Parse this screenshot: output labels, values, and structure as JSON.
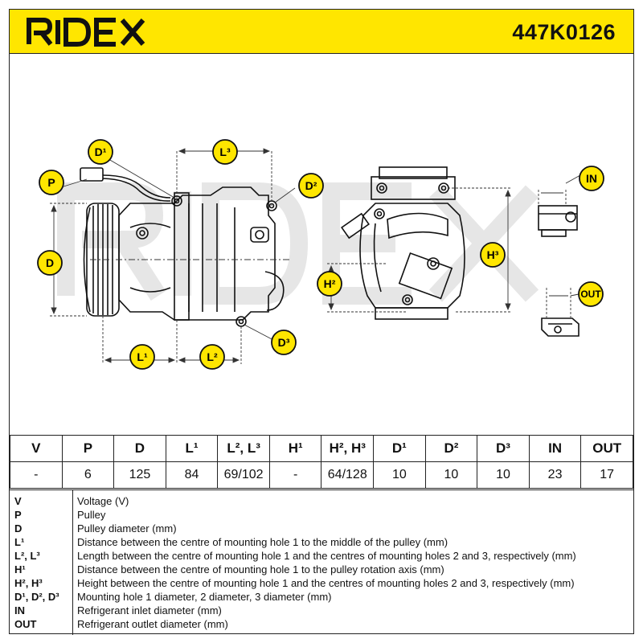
{
  "header": {
    "brand": "RIDEX",
    "part_number": "447K0126",
    "color_yellow": "#ffe600"
  },
  "diagram": {
    "labels": {
      "P": "P",
      "D1": "D¹",
      "L3": "L³",
      "D2": "D²",
      "D": "D",
      "L1": "L¹",
      "L2": "L²",
      "D3": "D³",
      "H2": "H²",
      "H3": "H³",
      "IN": "IN",
      "OUT": "OUT"
    }
  },
  "spec_table": {
    "headers": [
      "V",
      "P",
      "D",
      "L¹",
      "L², L³",
      "H¹",
      "H², H³",
      "D¹",
      "D²",
      "D³",
      "IN",
      "OUT"
    ],
    "values": [
      "-",
      "6",
      "125",
      "84",
      "69/102",
      "-",
      "64/128",
      "10",
      "10",
      "10",
      "23",
      "17"
    ]
  },
  "legend": [
    {
      "key": "V",
      "desc": "Voltage (V)"
    },
    {
      "key": "P",
      "desc": "Pulley"
    },
    {
      "key": "D",
      "desc": "Pulley diameter (mm)"
    },
    {
      "key": "L¹",
      "desc": "Distance between the centre of mounting hole 1 to the middle of the pulley (mm)"
    },
    {
      "key": "L², L³",
      "desc": "Length between the centre of mounting hole 1 and the centres of mounting holes 2 and 3, respectively (mm)"
    },
    {
      "key": "H¹",
      "desc": "Distance between the centre of mounting hole 1 to the pulley rotation axis (mm)"
    },
    {
      "key": "H², H³",
      "desc": "Height between the centre of mounting hole 1 and the centres of mounting holes 2 and 3, respectively (mm)"
    },
    {
      "key": "D¹, D², D³",
      "desc": "Mounting hole 1 diameter, 2 diameter, 3 diameter (mm)"
    },
    {
      "key": "IN",
      "desc": "Refrigerant inlet diameter (mm)"
    },
    {
      "key": "OUT",
      "desc": "Refrigerant outlet diameter (mm)"
    }
  ]
}
